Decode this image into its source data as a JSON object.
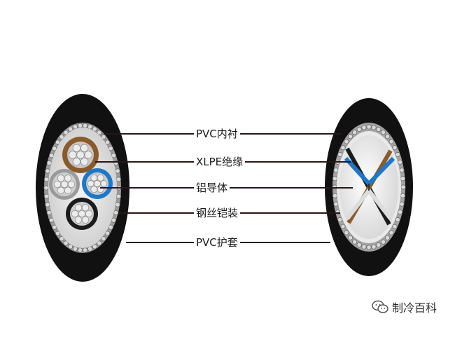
{
  "labels": [
    "PVC内衬",
    "XLPE绝缘",
    "铝导体",
    "钢丝铠装",
    "PVC护套"
  ],
  "watermark": {
    "text": "制冷百科",
    "icon": "wechat-icon"
  },
  "colors": {
    "sheath": "#111111",
    "armor_wire": "#b9b9b9",
    "conductor_brown": "#8b5a2b",
    "conductor_blue": "#1e78c8",
    "conductor_grey": "#9a9a9a",
    "conductor_black": "#1b1b1b",
    "leader_line": "#2b1518"
  }
}
